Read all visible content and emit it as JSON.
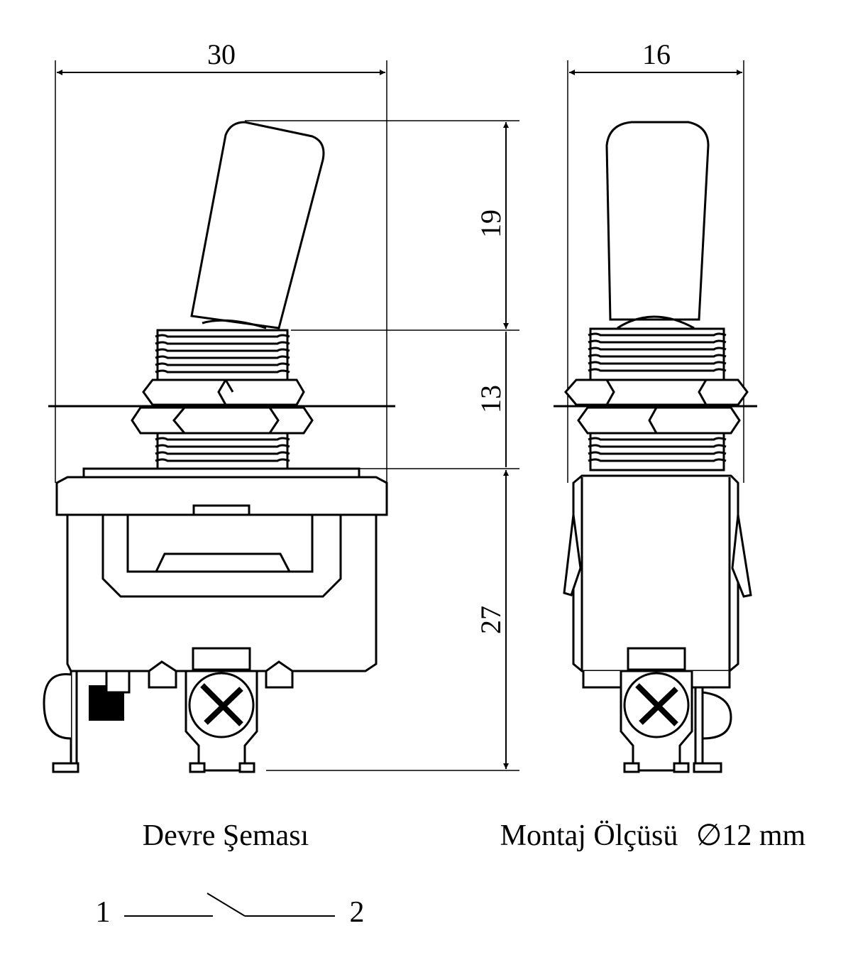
{
  "dimensions": {
    "width_front": "30",
    "width_side": "16",
    "lever_height": "19",
    "bushing_height": "13",
    "body_height": "27"
  },
  "captions": {
    "circuit_diagram": "Devre Şeması",
    "mounting_label": "Montaj Ölçüsü",
    "mounting_value": "∅12 mm"
  },
  "circuit": {
    "terminal_1": "1",
    "terminal_2": "2"
  }
}
